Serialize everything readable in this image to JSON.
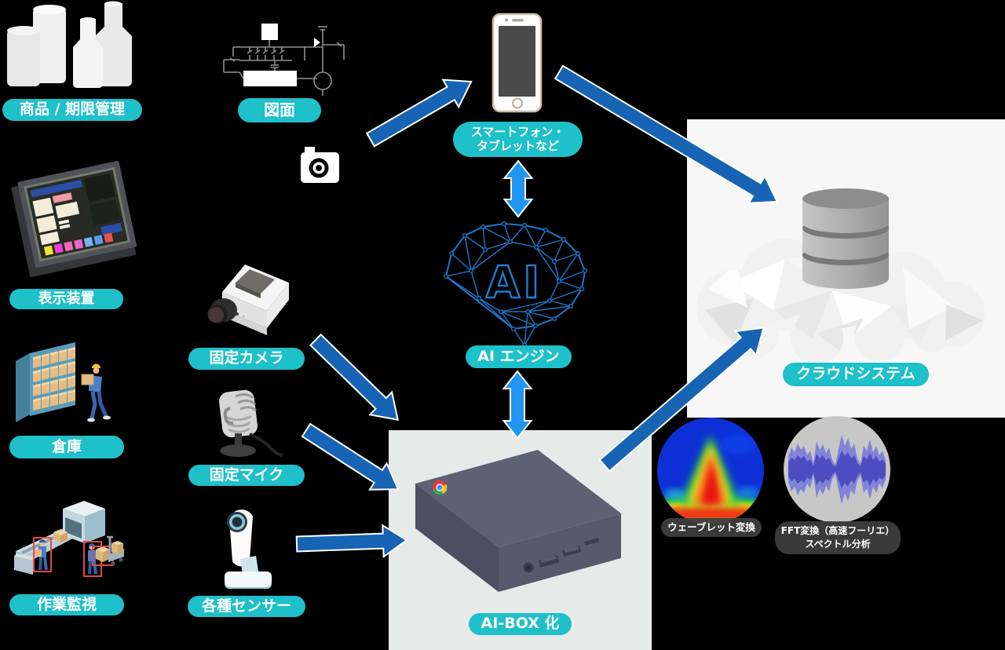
{
  "labels": {
    "products": "商品 / 期限管理",
    "drawing": "図面",
    "display": "表示装置",
    "warehouse": "倉庫",
    "work_monitoring": "作業監視",
    "fixed_camera": "固定カメラ",
    "fixed_mic": "固定マイク",
    "sensors": "各種センサー",
    "smartphone_line1": "スマートフォン・",
    "smartphone_line2": "タブレットなど",
    "ai_engine": "AI エンジン",
    "ai_box": "AI-BOX 化",
    "cloud": "クラウドシステム",
    "wavelet": "ウェーブレット変換",
    "fft_line1": "FFT変換（高速フーリエ）",
    "fft_line2": "スペクトル分析",
    "ai_brain_text": "AI"
  },
  "connections": [
    {
      "from": "商品・図面・カメラ画像",
      "to": "スマートフォン・タブレットなど",
      "type": "arrow"
    },
    {
      "from": "スマートフォン・タブレットなど",
      "to": "クラウドシステム",
      "type": "arrow"
    },
    {
      "from": "スマートフォン・タブレットなど",
      "to": "AI エンジン",
      "type": "double-arrow"
    },
    {
      "from": "AI エンジン",
      "to": "AI-BOX 化",
      "type": "double-arrow"
    },
    {
      "from": "固定カメラ",
      "to": "AI-BOX 化",
      "type": "arrow"
    },
    {
      "from": "固定マイク",
      "to": "AI-BOX 化",
      "type": "arrow"
    },
    {
      "from": "各種センサー",
      "to": "AI-BOX 化",
      "type": "arrow"
    },
    {
      "from": "AI-BOX 化",
      "to": "クラウドシステム",
      "type": "arrow"
    }
  ],
  "colors": {
    "background": "#000000",
    "label_teal": "#1ec0c9",
    "label_dark_gray": "#3e3e3e",
    "arrow_dark_blue": "#1763b4",
    "arrow_bright_blue": "#2095f2",
    "aibox_panel": "#e6ebe9",
    "cloud_panel": "#f7f7f7",
    "brain_network_blue": "#1b78cc",
    "red_detection_box": "#e04848"
  },
  "icons": {
    "products-icon": "bottles and cans",
    "schematic-icon": "circuit drawing",
    "camera-glyph-icon": "photo camera",
    "display-icon": "control panel monitor",
    "warehouse-icon": "shelf with boxes and worker",
    "conveyor-icon": "conveyor line with monitored workers",
    "fixed-camera-icon": "box surveillance camera",
    "microphone-icon": "fixed microphone",
    "sensor-icon": "standing sensor device",
    "smartphone-icon": "smartphone",
    "ai-brain-icon": "AI network brain",
    "ai-box-device-icon": "Chromebox mini PC",
    "cloud-database-icon": "low-poly cloud with database",
    "wavelet-spectrogram-icon": "wavelet transform spectrogram",
    "fft-waveform-icon": "FFT audio waveform"
  }
}
